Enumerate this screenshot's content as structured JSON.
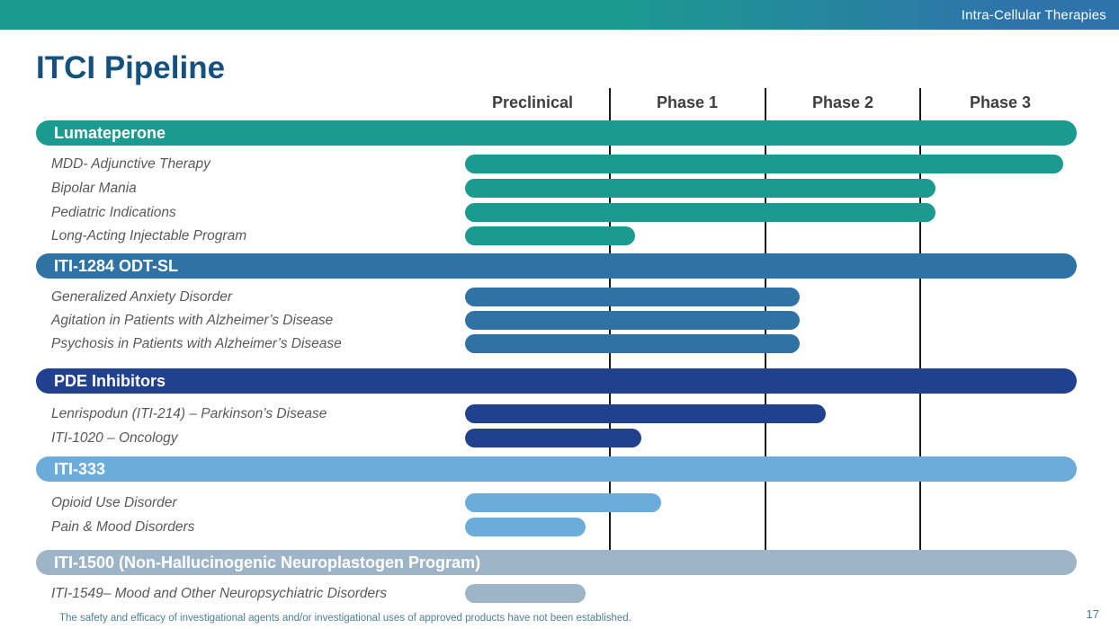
{
  "theme": {
    "banner_left": "#1B9A90",
    "banner_right": "#2E74AA",
    "title": "#15517F",
    "phase_label": "#3E3E3E",
    "row_label": "#595959",
    "gridline": "#1A1A1A",
    "disclaimer": "#4C8098",
    "page_number": "#3E7BBE"
  },
  "banner": {
    "brand": "Intra-Cellular Therapies"
  },
  "header": {
    "title": "ITCI Pipeline"
  },
  "footer": {
    "disclaimer": "The safety and efficacy of investigational agents and/or investigational uses of approved products have not been established.",
    "page_number": "17"
  },
  "chart_data": {
    "type": "bar",
    "subtype": "pipeline-gantt",
    "orientation": "horizontal",
    "title": "ITCI Pipeline",
    "x_axis": {
      "labels": [
        "Preclinical",
        "Phase 1",
        "Phase 2",
        "Phase 3"
      ],
      "range": [
        0,
        4
      ],
      "note": "phase_extent units: 0=start Preclinical, 1=start Phase 1, 2=start Phase 2, 3=start Phase 3, 4=end Phase 3"
    },
    "grid": "vertical dividers between phases",
    "groups": [
      {
        "name": "Lumateperone",
        "color": "#1B9A90",
        "items": [
          {
            "label": "MDD- Adjunctive Therapy",
            "phase_extent": 3.92,
            "phase_reached": "Phase 3"
          },
          {
            "label": "Bipolar Mania",
            "phase_extent": 3.1,
            "phase_reached": "Phase 3"
          },
          {
            "label": "Pediatric Indications",
            "phase_extent": 3.1,
            "phase_reached": "Phase 3"
          },
          {
            "label": "Long-Acting Injectable Program",
            "phase_extent": 1.16,
            "phase_reached": "Phase 1"
          }
        ]
      },
      {
        "name": "ITI-1284 ODT-SL",
        "color": "#2E73A4",
        "items": [
          {
            "label": "Generalized Anxiety Disorder",
            "phase_extent": 2.22,
            "phase_reached": "Phase 2"
          },
          {
            "label": "Agitation in Patients with Alzheimer’s Disease",
            "phase_extent": 2.22,
            "phase_reached": "Phase 2"
          },
          {
            "label": "Psychosis in Patients with Alzheimer’s Disease",
            "phase_extent": 2.22,
            "phase_reached": "Phase 2"
          }
        ]
      },
      {
        "name": "PDE Inhibitors",
        "color": "#21418F",
        "items": [
          {
            "label": "Lenrispodun (ITI-214) – Parkinson’s Disease",
            "phase_extent": 2.39,
            "phase_reached": "Phase 2"
          },
          {
            "label": "ITI-1020 – Oncology",
            "phase_extent": 1.2,
            "phase_reached": "Phase 1"
          }
        ]
      },
      {
        "name": "ITI-333",
        "color": "#6CACDB",
        "items": [
          {
            "label": "Opioid Use Disorder",
            "phase_extent": 1.33,
            "phase_reached": "Phase 1"
          },
          {
            "label": "Pain & Mood Disorders",
            "phase_extent": 0.83,
            "phase_reached": "Preclinical"
          }
        ]
      },
      {
        "name": "ITI-1500 (Non-Hallucinogenic Neuroplastogen Program)",
        "color": "#9DB5C6",
        "items": [
          {
            "label": "ITI-1549– Mood and Other Neuropsychiatric Disorders",
            "phase_extent": 0.83,
            "phase_reached": "Preclinical"
          }
        ]
      }
    ]
  }
}
